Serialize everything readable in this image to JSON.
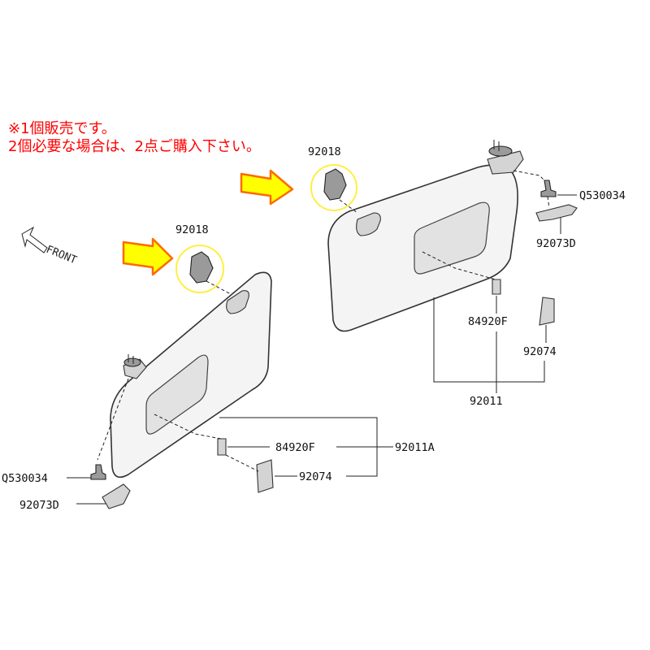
{
  "notice": {
    "line1": "※1個販売です。",
    "line2": "2個必要な場合は、2点ご購入下さい。"
  },
  "direction": {
    "label": "FRONT"
  },
  "colors": {
    "notice_text": "#ff0000",
    "arrow_fill": "#ffff00",
    "arrow_stroke": "#ff6a00",
    "highlight_circle": "#ffee44"
  },
  "parts": {
    "hook_right": "92018",
    "hook_left": "92018",
    "screw_right": "Q530034",
    "screw_left": "Q530034",
    "bracket_right": "92073D",
    "bracket_left": "92073D",
    "pin_right": "84920F",
    "pin_left": "84920F",
    "cover_right": "92074",
    "cover_left": "92074",
    "visor_right": "92011",
    "visor_left": "92011A"
  }
}
